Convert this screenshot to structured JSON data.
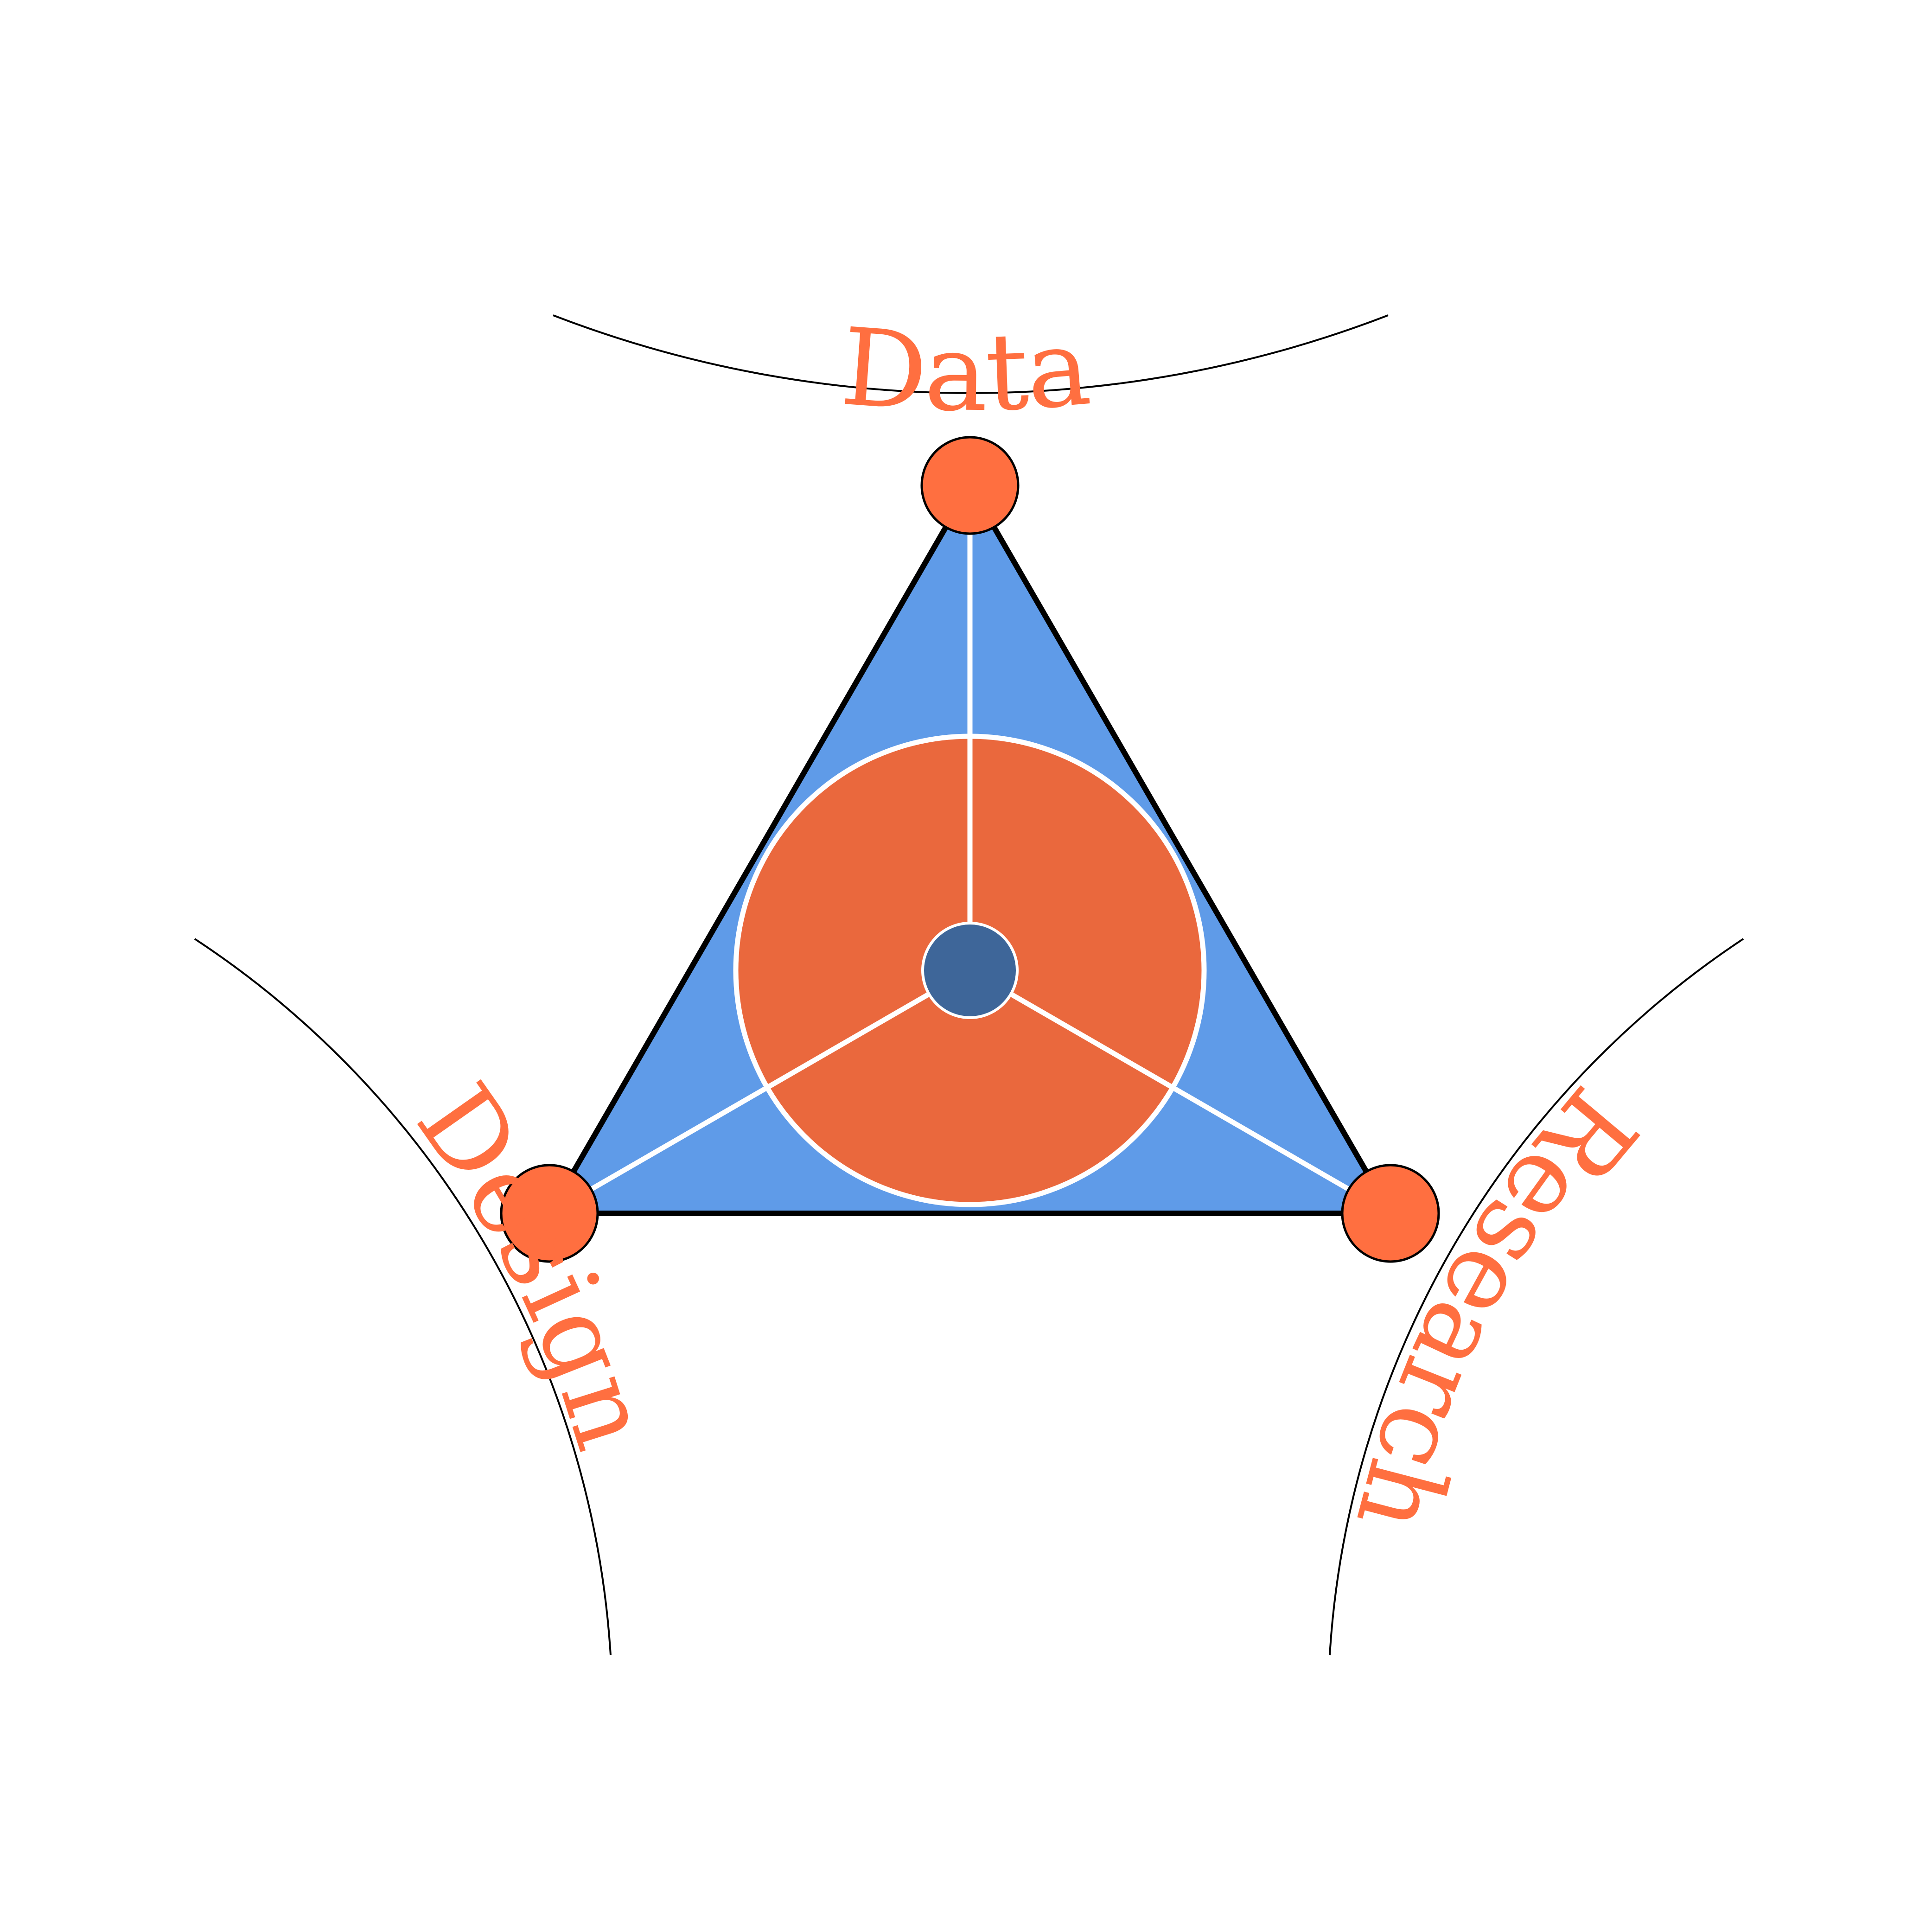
{
  "labels": {
    "top": "Data",
    "left": "Design",
    "right": "Research"
  },
  "colors": {
    "triangle_fill": "#5f9be8",
    "triangle_stroke": "#000000",
    "inner_circle_fill": "#ea683d",
    "center_dot_fill": "#3e6699",
    "node_fill": "#ff6f40",
    "spoke_stroke": "#ffffff",
    "label_color": "#ff6f40",
    "arc_stroke": "#000000"
  }
}
